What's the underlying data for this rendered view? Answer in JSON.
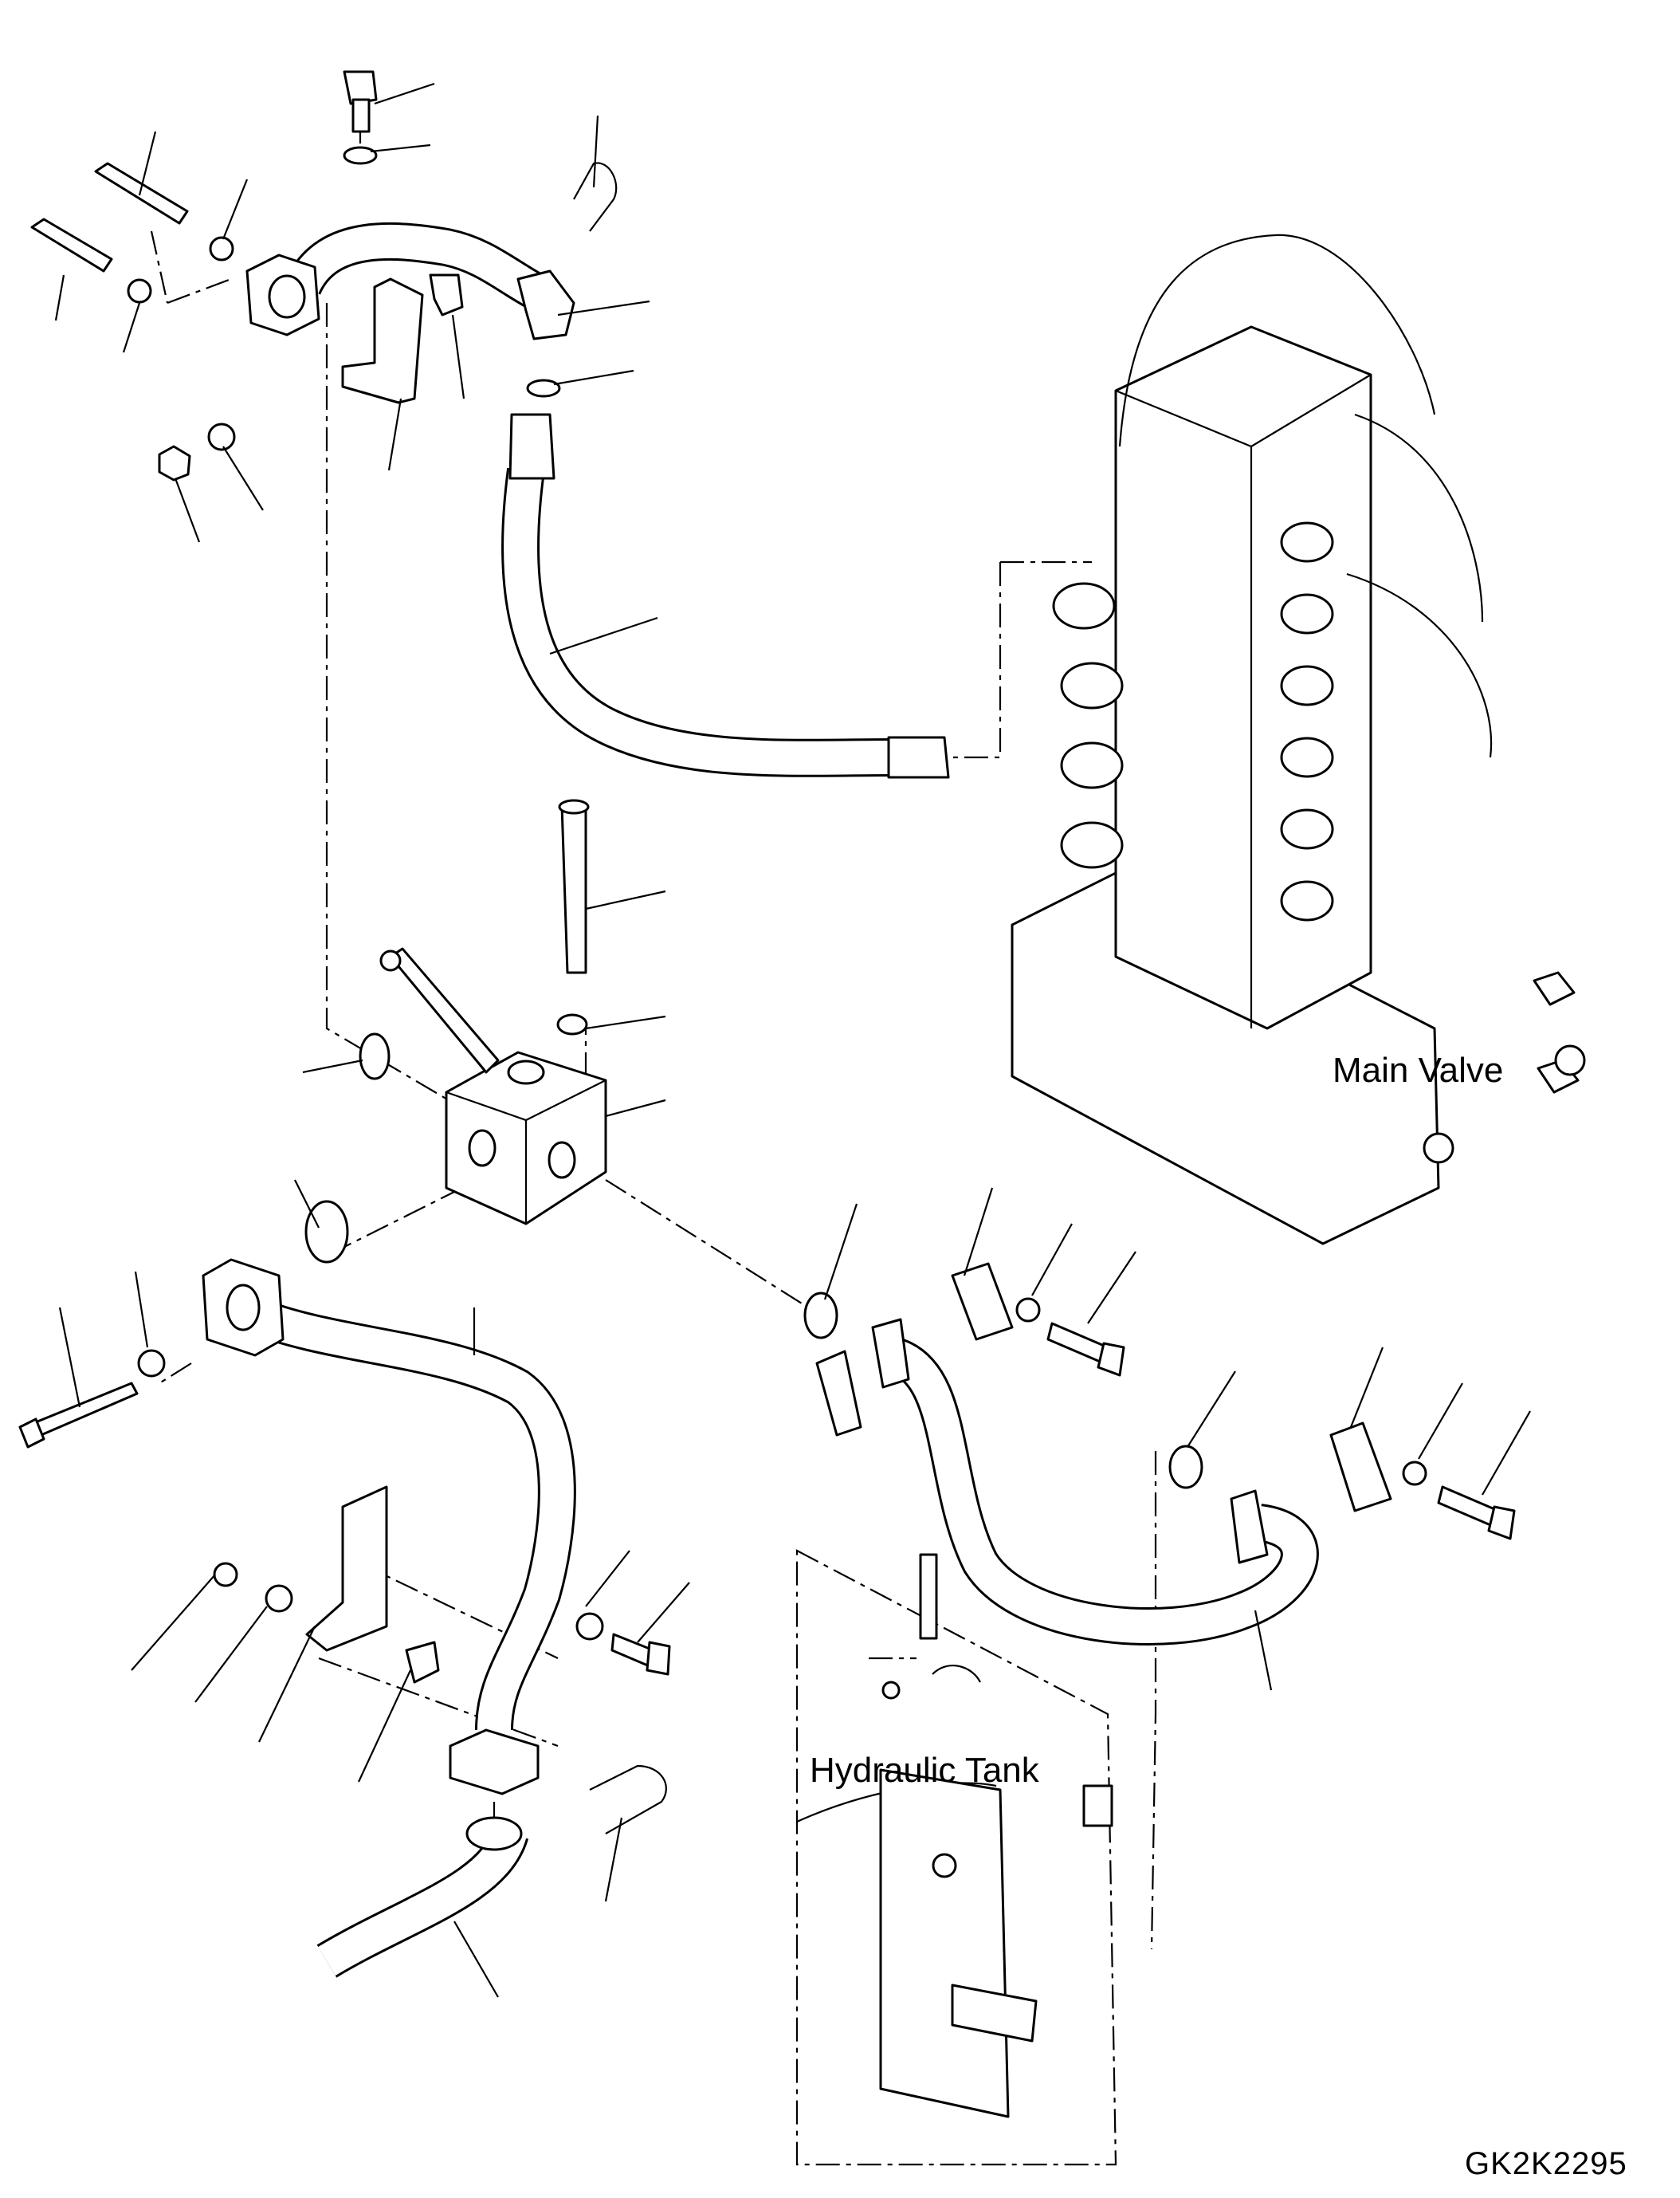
{
  "diagram": {
    "labels": {
      "main_valve": "Main Valve",
      "hydraulic_tank": "Hydraulic Tank"
    },
    "drawing_code": "GK2K2295"
  }
}
